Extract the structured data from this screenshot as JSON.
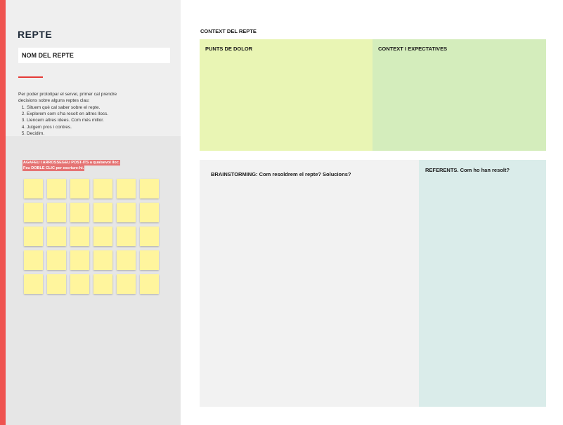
{
  "sidebar": {
    "title": "REPTE",
    "name_field_value": "NOM DEL REPTE",
    "intro_text": "Per poder prototipar el servei, primer cal prendre decisions sobre alguns reptes clau:",
    "steps": [
      "Situem què cal saber sobre el repte.",
      "Explorem com s'ha resolt en altres llocs.",
      "Llencem altres idees. Com més millor.",
      "Jutgem pros i contres.",
      "Decidim."
    ],
    "instructions_line1": "AGAFEU I ARROSSEGEU POST-ITS a qualsevol lloc.",
    "instructions_line2": "Feu DOBLE CLIC per escriure-hi.",
    "postit_rows": 5,
    "postit_cols": 6,
    "postit_color": "#fff59d"
  },
  "board": {
    "context_label": "CONTEXT DEL REPTE",
    "pain_points": "PUNTS DE DOLOR",
    "context_expectations": "CONTEXT I EXPECTATIVES",
    "brainstorming": "BRAINSTORMING: Com resoldrem el repte? Solucions?",
    "referents": "REFERENTS. Com ho han resolt?"
  },
  "colors": {
    "accent": "#ef5350",
    "pain_bg": "#e9f5b4",
    "expect_bg": "#d4edbc",
    "brain_bg": "#f2f2f2",
    "refs_bg": "#daecea"
  }
}
